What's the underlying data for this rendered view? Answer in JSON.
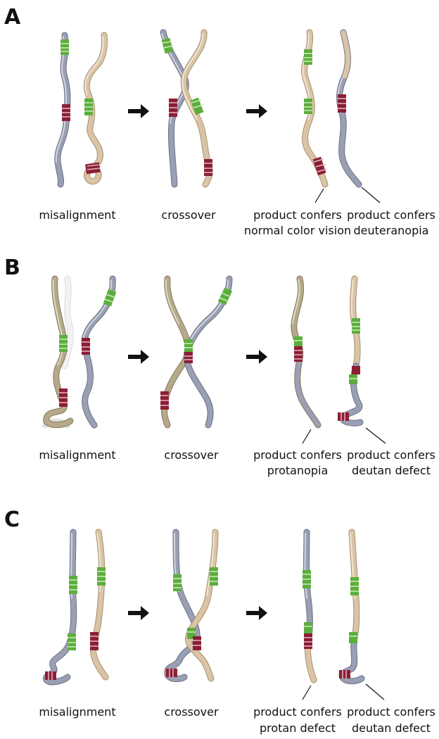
{
  "colors": {
    "gray_gene": "#9a9fb3",
    "gray_gene_shadow": "#6c7186",
    "tan_gene": "#d9c4a6",
    "tan_gene_shadow": "#a9906e",
    "olive_gene": "#b5a98a",
    "olive_gene_shadow": "#867a5c",
    "green_band": "#5cae3c",
    "red_band": "#8a1f36"
  },
  "panels": [
    {
      "letter": "A",
      "captions": {
        "step1": "misalignment",
        "step2": "crossover",
        "product1_line1": "product confers",
        "product1_line2": "normal color vision",
        "product2_line1": "product confers",
        "product2_line2": "deuteranopia"
      }
    },
    {
      "letter": "B",
      "captions": {
        "step1": "misalignment",
        "step2": "crossover",
        "product1_line1": "product confers",
        "product1_line2": "protanopia",
        "product2_line1": "product confers",
        "product2_line2": "deutan defect"
      }
    },
    {
      "letter": "C",
      "captions": {
        "step1": "misalignment",
        "step2": "crossover",
        "product1_line1": "product confers",
        "product1_line2": "protan defect",
        "product2_line1": "product confers",
        "product2_line2": "deutan defect"
      }
    }
  ],
  "arrow_icon": "right-arrow-icon"
}
